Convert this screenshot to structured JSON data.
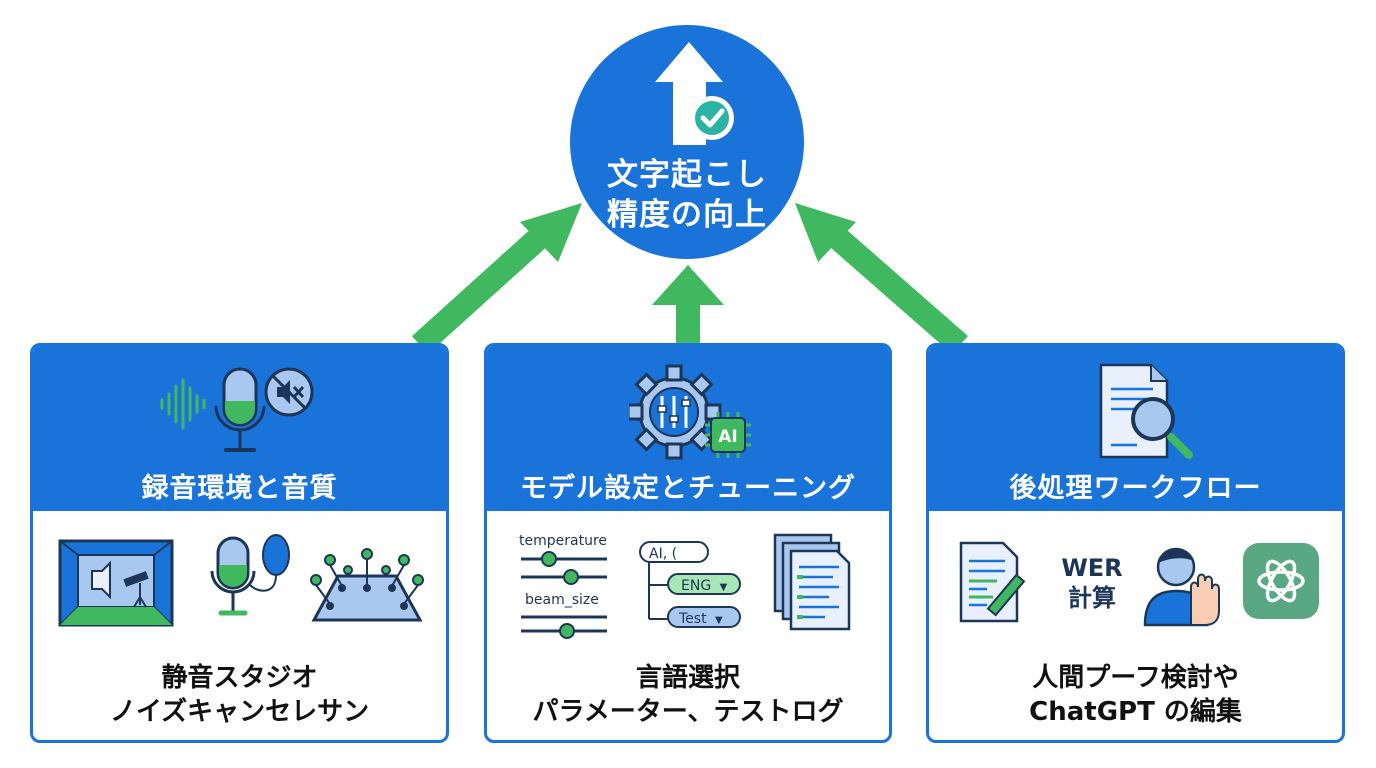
{
  "goal": {
    "line1": "文字起こし",
    "line2": "精度の向上"
  },
  "cards": [
    {
      "title": "録音環境と音質",
      "caption": {
        "line1": "静音スタジオ",
        "line2": "ノイズキャンセレサン"
      },
      "icons": [
        "waveform-icon",
        "microphone-icon",
        "mute-icon",
        "studio-room-icon",
        "pop-filter-mic-icon",
        "mic-array-icon"
      ]
    },
    {
      "title": "モデル設定とチューニング",
      "caption": {
        "line1": "言語選択",
        "line2": "パラメーター、テストログ"
      },
      "params": {
        "param1": "temperature",
        "param2": "beam_size"
      },
      "chips": {
        "chip1": "AI, (",
        "chip2": "ENG",
        "chip3": "Test"
      },
      "icons": [
        "gear-sliders-icon",
        "ai-chip-icon",
        "log-pages-icon"
      ]
    },
    {
      "title": "後処理ワークフロー",
      "caption": {
        "line1": "人間プーフ検討や",
        "line2": "ChatGPT の編集"
      },
      "wer": {
        "line1": "WER",
        "line2": "計算"
      },
      "icons": [
        "document-search-icon",
        "document-edit-icon",
        "human-review-icon",
        "chatgpt-logo-icon"
      ]
    }
  ],
  "colors": {
    "primary": "#1a73d9",
    "arrow": "#3fb85f",
    "accent_green": "#3fb85f",
    "dark_navy": "#1d3557",
    "light_blue": "#a9c8f0"
  }
}
